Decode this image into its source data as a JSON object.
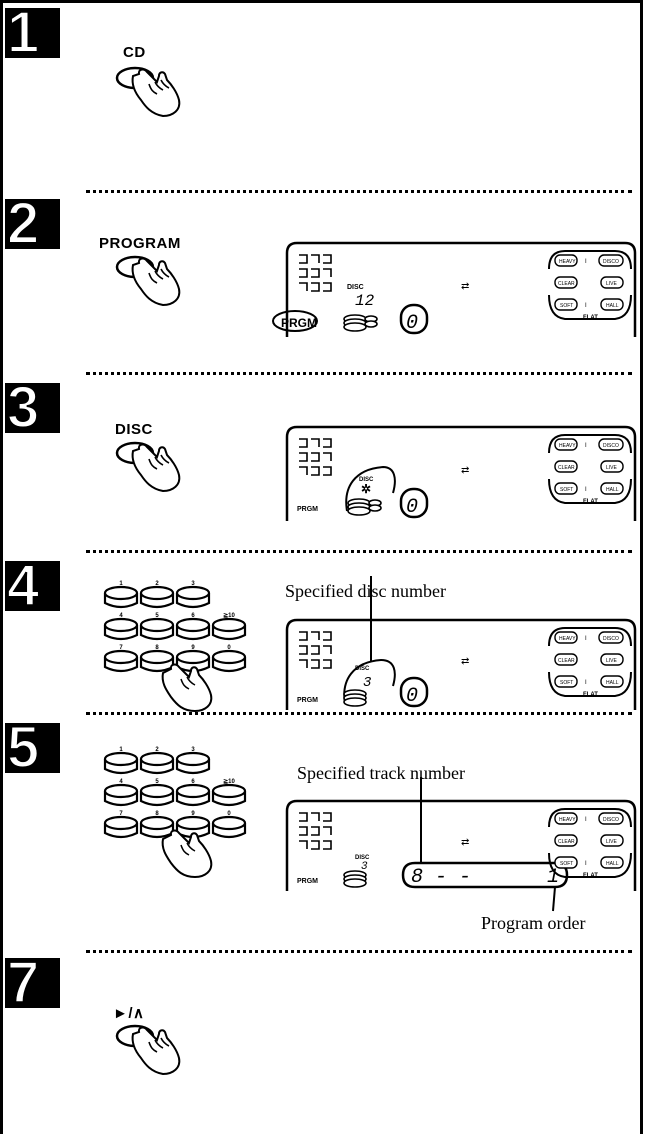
{
  "steps": [
    {
      "number": "1",
      "button": "CD"
    },
    {
      "number": "2",
      "button": "PROGRAM"
    },
    {
      "number": "3",
      "button": "DISC"
    },
    {
      "number": "4",
      "button": ""
    },
    {
      "number": "5",
      "button": ""
    },
    {
      "number": "7",
      "button": "►/∧"
    }
  ],
  "display": {
    "disc_label": "DISC",
    "prgm_label": "PRGM",
    "flat_label": "FLAT",
    "eq_labels": [
      "HEAVY",
      "DISCO",
      "CLEAR",
      "LIVE",
      "SOFT",
      "HALL"
    ],
    "step2_disc": "12",
    "track_zero": "0",
    "step4_disc": "3",
    "step5_track": "8 - -",
    "step5_order": "1",
    "arrow_symbol": "⇄"
  },
  "keypad": [
    "1",
    "2",
    "3",
    "4",
    "5",
    "6",
    "≧10",
    "7",
    "8",
    "9",
    "0"
  ],
  "captions": {
    "disc_number": "Specified disc number",
    "track_number": "Specified track number",
    "program_order": "Program order"
  }
}
